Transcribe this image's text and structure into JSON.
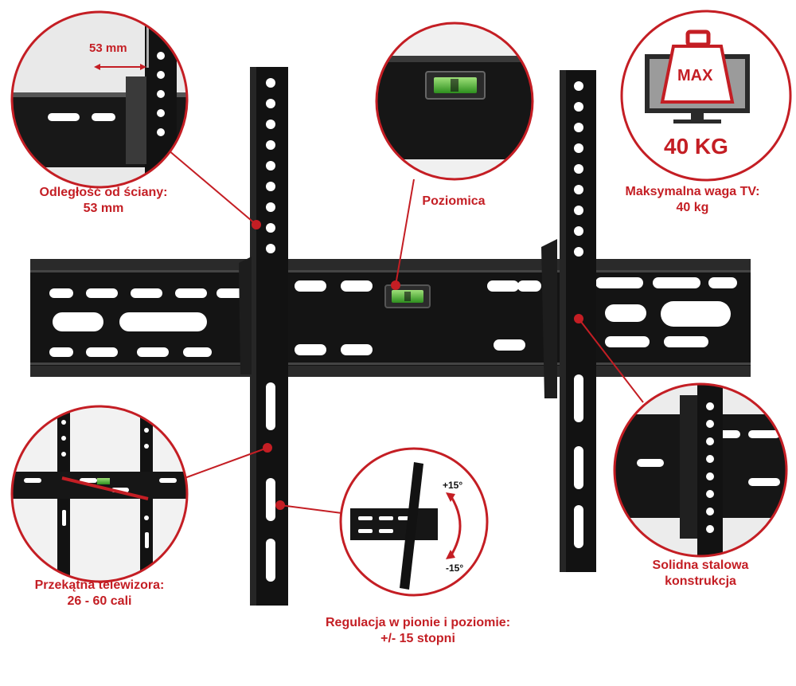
{
  "callouts": {
    "wall_distance": {
      "title": "Odległość od ściany:",
      "value": "53 mm",
      "dimension": "53 mm"
    },
    "level": {
      "title": "Poziomica"
    },
    "max_weight": {
      "title": "Maksymalna waga TV:",
      "value": "40 kg",
      "badge_word": "MAX",
      "badge_value": "40 KG"
    },
    "diagonal": {
      "title": "Przekątna telewizora:",
      "value": "26 - 60 cali"
    },
    "tilt": {
      "title": "Regulacja w pionie i poziomie:",
      "value": "+/- 15 stopni",
      "angle_up": "+15°",
      "angle_down": "-15°"
    },
    "steel": {
      "title": "Solidna stalowa",
      "value": "konstrukcja"
    }
  },
  "colors": {
    "accent": "#c41e24",
    "steel": "#151515",
    "level_glass": "#3fae2a"
  },
  "icons": [
    "tv-icon",
    "weight-icon",
    "level-icon",
    "curved-arrow-icon"
  ]
}
